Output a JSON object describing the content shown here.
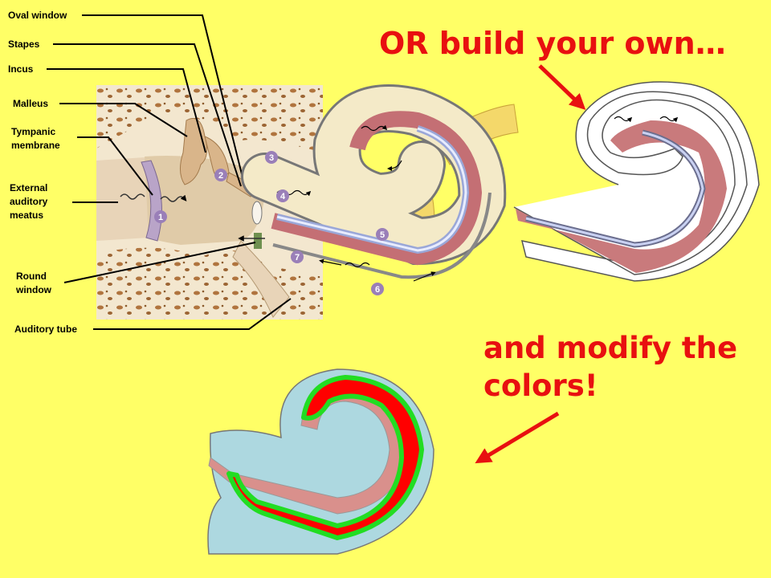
{
  "labels": {
    "oval_window": "Oval window",
    "stapes": "Stapes",
    "incus": "Incus",
    "malleus": "Malleus",
    "tympanic_membrane": "Tympanic membrane",
    "external_auditory_meatus": "External auditory meatus",
    "round_window": "Round window",
    "auditory_tube": "Auditory tube"
  },
  "markers": [
    "1",
    "2",
    "3",
    "4",
    "5",
    "6",
    "7"
  ],
  "headline_top": "OR build your own…",
  "headline_bottom": "and modify the colors!",
  "colors": {
    "background": "#FFFF66",
    "headline": "#E81010",
    "bone": "#F3E7CF",
    "marker": "#9A7FB8",
    "duct_red": "#FF0000",
    "duct_green": "#22DD22",
    "fluid_blue": "#ADD8E0",
    "tissue_pink": "#D98585"
  }
}
